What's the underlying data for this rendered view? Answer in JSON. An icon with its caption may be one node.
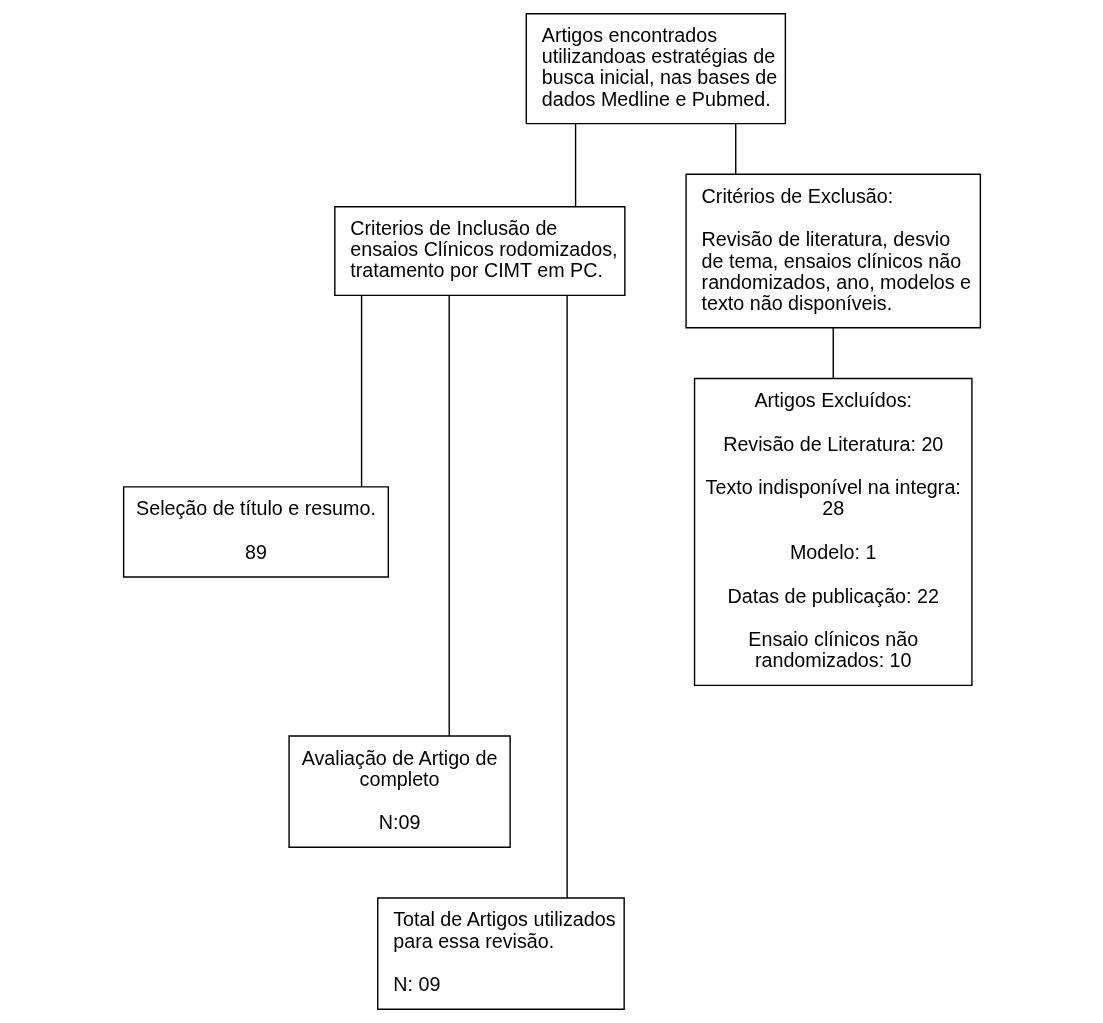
{
  "diagram": {
    "nodes": [
      {
        "text": [
          "Artigos encontrados utilizandoas estratégias de busca inicial, nas bases de dados Medline e Pubmed."
        ]
      },
      {
        "text": [
          "Criterios de Inclusão de ensaios Clínicos rodomizados, tratamento por CIMT em PC."
        ]
      },
      {
        "text": [
          "Critérios de Exclusão:",
          "Revisão de literatura, desvio de tema, ensaios clínicos não randomizados, ano, modelos e texto não disponíveis."
        ]
      },
      {
        "text": [
          "Seleção de título e resumo.",
          "89"
        ]
      },
      {
        "text": [
          "Avaliação de Artigo de completo",
          "N:09"
        ]
      },
      {
        "text": [
          "Total de Artigos utilizados para essa revisão.",
          "N: 09"
        ]
      },
      {
        "text": [
          "Artigos Excluídos:",
          "Revisão de Literatura: 20",
          "Texto indisponível na integra: 28",
          "Modelo: 1",
          "Datas de publicação: 22",
          "Ensaio clínicos não randomizados: 10"
        ]
      }
    ],
    "edges": [
      {
        "from": 0,
        "to": 1,
        "arrow": "none"
      },
      {
        "from": 0,
        "to": 2,
        "arrow": "none"
      },
      {
        "from": 1,
        "to": 3,
        "arrow": "none"
      },
      {
        "from": 1,
        "to": 4,
        "arrow": "none"
      },
      {
        "from": 1,
        "to": 5,
        "arrow": "none"
      },
      {
        "from": 2,
        "to": 6,
        "arrow": "none"
      }
    ]
  }
}
